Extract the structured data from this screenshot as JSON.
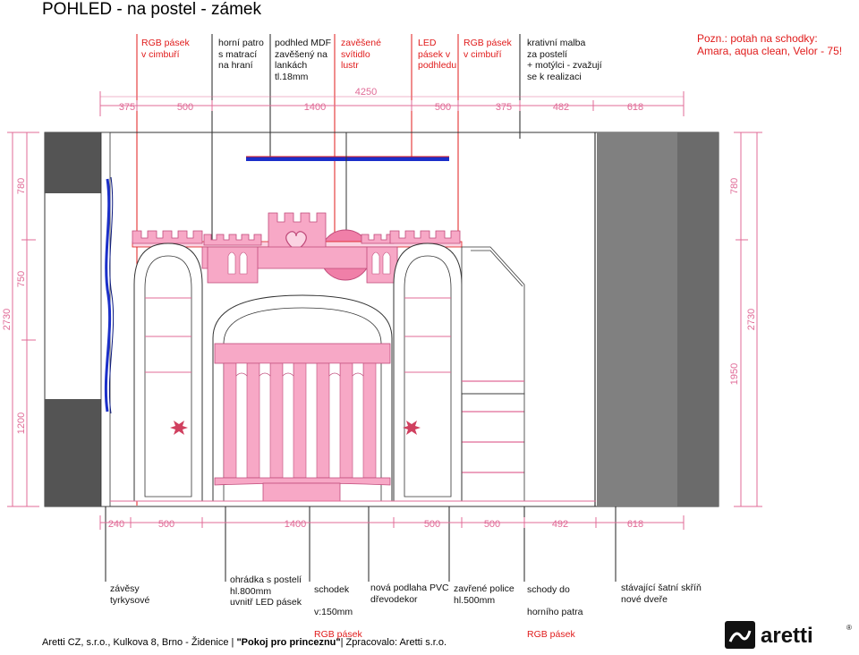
{
  "title": "POHLED - na postel - zámek",
  "note": {
    "label": "Pozn.: potah na schodky:",
    "text": "Amara, aqua clean, Velor - 75!"
  },
  "top_labels": [
    {
      "text": "RGB pásek\nv cimbuří",
      "color": "red"
    },
    {
      "text": "horní patro\ns matrací\nna hraní",
      "color": "black"
    },
    {
      "text": "podhled MDF\nzavěšený na\nlankách\ntl.18mm",
      "color": "black"
    },
    {
      "text": "zavěšené\nsvítidlo\nlustr",
      "color": "red"
    },
    {
      "text": "LED\npásek v\npodhledu",
      "color": "red"
    },
    {
      "text": "RGB pásek\nv cimbuří",
      "color": "red"
    },
    {
      "text": "krativní malba\nza postelí\n+ motýlci - zvažují\nse k realizaci",
      "color": "black"
    }
  ],
  "bottom_labels": [
    {
      "text": "závěsy\ntyrkysové",
      "color": "black"
    },
    {
      "text": "ohrádka s postelí\nhl.800mm\nuvnitř LED pásek",
      "color": "black"
    },
    {
      "lines": [
        "schodek",
        "v:150mm",
        "RGB pásek"
      ],
      "color": "mixed"
    },
    {
      "text": "nová podlaha PVC\ndřevodekor",
      "color": "black"
    },
    {
      "text": "zavřené police\nhl.500mm",
      "color": "black"
    },
    {
      "lines": [
        "schody do",
        "horního patra",
        "RGB pásek"
      ],
      "color": "mixed"
    },
    {
      "text": "stávající šatní skříň\nnové dveře",
      "color": "black"
    }
  ],
  "top_dims": {
    "overall": "4250",
    "segments": [
      "375",
      "500",
      "1400",
      "500",
      "375",
      "482",
      "618"
    ]
  },
  "bottom_dims": {
    "segments": [
      "240",
      "500",
      "1400",
      "500",
      "500",
      "492",
      "618"
    ]
  },
  "left_dims": {
    "total": "2730",
    "segments": [
      "780",
      "750",
      "1200"
    ]
  },
  "right_dims": {
    "total": "2730",
    "segments": [
      "780",
      "1950"
    ]
  },
  "footer": {
    "prefix": "Aretti CZ, s.r.o.,  Kulkova 8, Brno - Židenice | ",
    "project": "\"Pokoj pro princeznu\"",
    "suffix": "| Zpracovalo: Aretti s.r.o."
  },
  "logo": {
    "text": "aretti",
    "icon": "aretti-logo-icon"
  },
  "colors": {
    "pink": "#f7a8c6",
    "pink_light": "#fbd3e2",
    "pink_dark": "#e06b97",
    "red": "#e01b1b",
    "dim": "#e06b97",
    "grey": "#808080",
    "dark": "#545454",
    "blue": "#1b2fc9"
  }
}
